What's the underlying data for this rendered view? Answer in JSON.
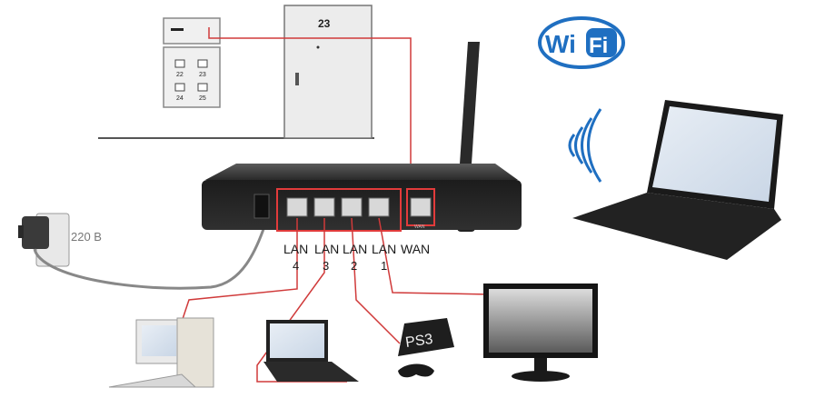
{
  "panel": {
    "door_number": "23",
    "box_numbers": [
      "22",
      "23",
      "24",
      "25"
    ]
  },
  "wifi_logo": {
    "part1": "Wi",
    "part2": "Fi"
  },
  "power": {
    "voltage_label": "220 В"
  },
  "router": {
    "ports": [
      {
        "name": "LAN",
        "number": "4"
      },
      {
        "name": "LAN",
        "number": "3"
      },
      {
        "name": "LAN",
        "number": "2"
      },
      {
        "name": "LAN",
        "number": "1"
      },
      {
        "name": "WAN",
        "number": ""
      }
    ],
    "wan_mini_label": "WAN"
  },
  "devices": {
    "console_label": "PS3"
  },
  "colors": {
    "cable": "#d03a3a",
    "wifi_blue": "#1f6fc1",
    "router_body": "#222222",
    "port_highlight": "#e23b3b"
  }
}
